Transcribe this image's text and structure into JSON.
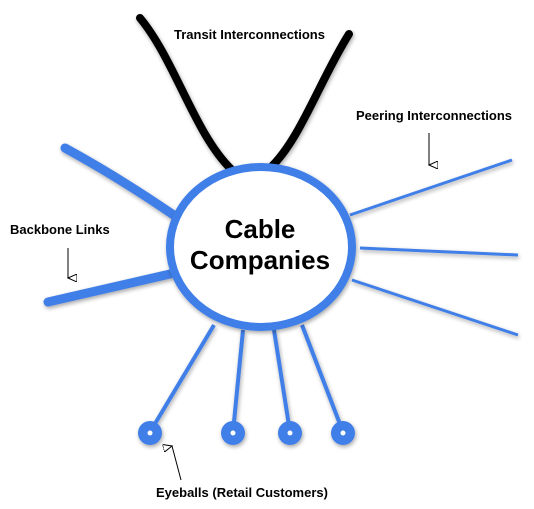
{
  "diagram": {
    "center": {
      "line1": "Cable",
      "line2": "Companies"
    },
    "labels": {
      "transit": "Transit Interconnections",
      "peering": "Peering Interconnections",
      "backbone": "Backbone Links",
      "eyeballs": "Eyeballs (Retail Customers)"
    },
    "colors": {
      "hub": "#3f7ee8",
      "link": "#3f7ee8",
      "transit": "#000000",
      "node_dot": "#ffffff"
    }
  }
}
